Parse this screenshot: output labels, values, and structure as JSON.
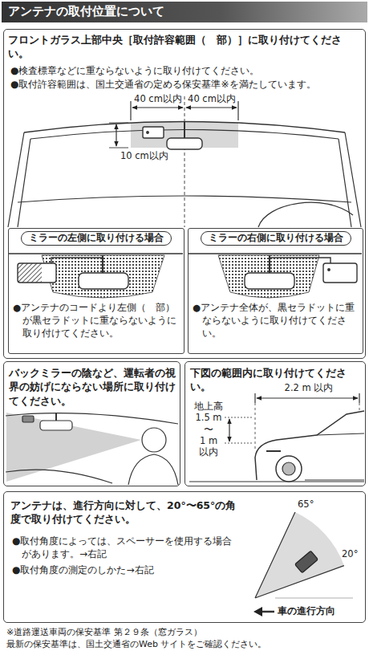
{
  "diagram": {
    "title": "アンテナの取付位置について",
    "nodes": [
      {
        "text": [
          "フロントガラス上部中央［取付許容範囲（　部）］に取り付けてください。",
          "●検査標章などに重ならないように取り付けてください。",
          "●取付許容範囲は、国土交通省の定める保安基準※を満たしています。"
        ]
      },
      {
        "text": [
          "ミラーの左側に取り付ける場合",
          "●アンテナのコードより左側（　部）が黒セラドットに重ならないように取り付けてください。"
        ],
        "in": 0
      },
      {
        "text": [
          "ミラーの右側に取り付ける場合",
          "●アンテナ全体が、黒セラドットに重ならないように取り付けてください。"
        ],
        "in": 0
      },
      {
        "text": [
          "バックミラーの陰など、運転者の視界の妨げにならない場所に取り付けてください。"
        ]
      },
      {
        "text": [
          "下図の範囲内に取り付けてください。"
        ]
      },
      {
        "text": [
          "アンテナは、進行方向に対して、20°〜65°の角度で取り付けてください。",
          "●取付角度によっては、スペーサーを使用する場合があります。→右記",
          "●取付角度の測定のしかた→右記"
        ]
      }
    ],
    "labels": [
      "40 cm以内",
      "40 cm以内",
      "10 cm以内",
      "2.2 m 以内",
      "地上高",
      "1.5 m",
      "〜",
      "1 m",
      "以内",
      "65°",
      "20°",
      "車の進行方向",
      "※道路運送車両の保安基準 第２９条（窓ガラス）",
      "最新の保安基準は、国土交通省のWeb サイトをご確認ください。"
    ]
  }
}
